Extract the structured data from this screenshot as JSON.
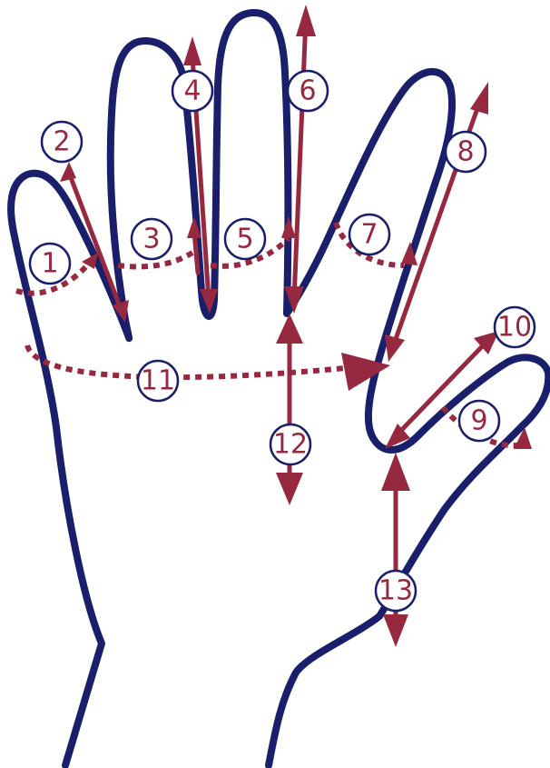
{
  "colors": {
    "outline": "#1a1f6b",
    "marker": "#96283f",
    "background": "#ffffff"
  },
  "labels": {
    "m1": "1",
    "m2": "2",
    "m3": "3",
    "m4": "4",
    "m5": "5",
    "m6": "6",
    "m7": "7",
    "m8": "8",
    "m9": "9",
    "m10": "10",
    "m11": "11",
    "m12": "12",
    "m13": "13"
  }
}
